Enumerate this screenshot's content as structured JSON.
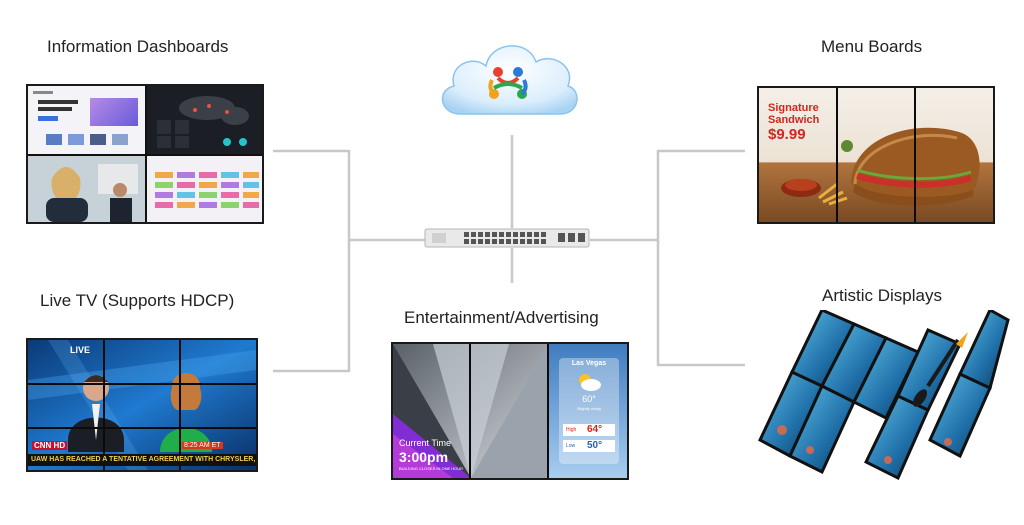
{
  "labels": {
    "info_dashboards": "Information Dashboards",
    "menu_boards": "Menu Boards",
    "live_tv": "Live TV (Supports HDCP)",
    "artistic_displays": "Artistic Displays",
    "entertainment": "Entertainment/Advertising"
  },
  "menu_board": {
    "title": "Signature\nSandwich",
    "price": "$9.99"
  },
  "live_tv": {
    "live_tag": "LIVE",
    "channel": "CNN HD",
    "ticker": "UAW HAS REACHED A TENTATIVE AGREEMENT WITH CHRYSLER, JUST HOURS AFTER",
    "clock": "8:25 AM ET"
  },
  "entertainment": {
    "time_label": "Current Time",
    "time_value": "3:00pm",
    "time_sub": "BUILDING CLOSES IN ONE HOUR",
    "city": "Las Vegas",
    "current_temp": "60°",
    "condition": "Slightly windy",
    "high_label": "High",
    "high_temp": "64°",
    "low_label": "Low",
    "low_temp": "50°"
  },
  "colors": {
    "connector": "#c8c8c8",
    "price_red": "#d0281e",
    "accent_purple": "#8a2be2",
    "sky_blue": "#6fa6d8"
  }
}
